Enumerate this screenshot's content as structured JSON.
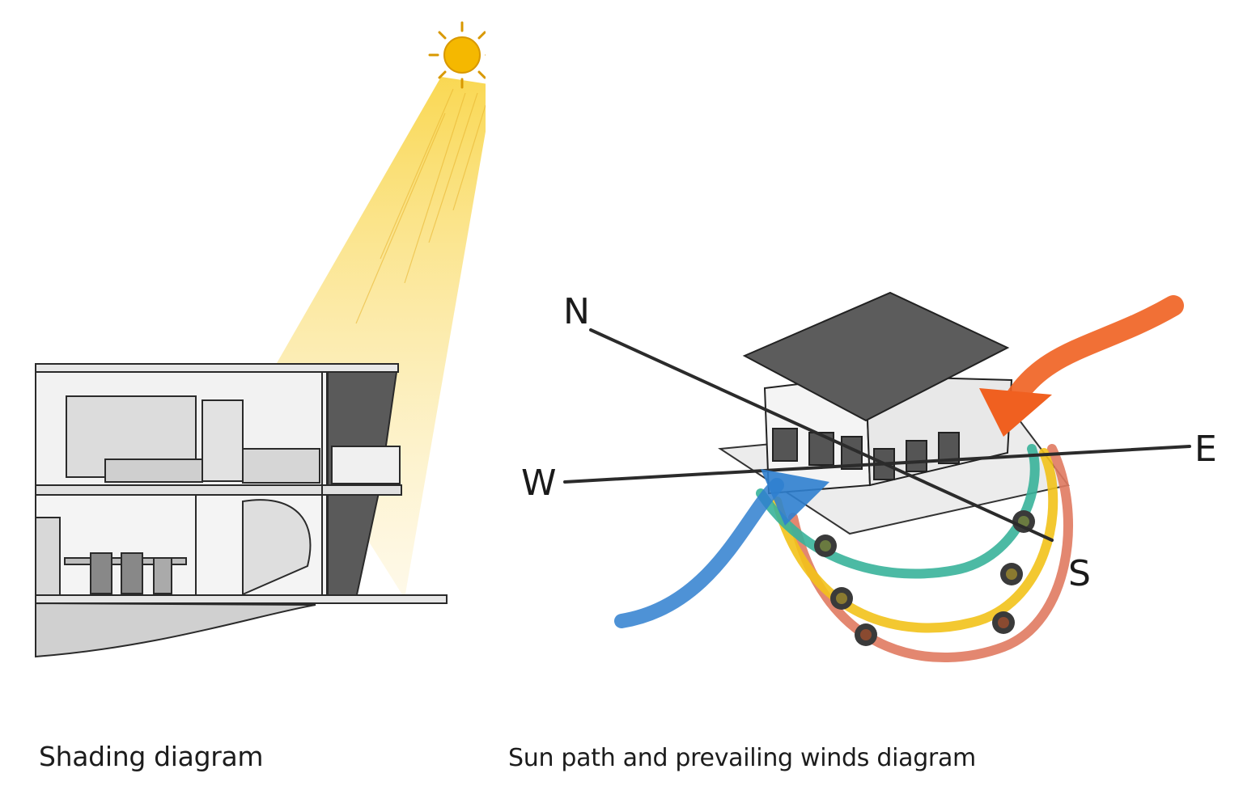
{
  "shading_diagram": {
    "caption": "Shading diagram",
    "icons": {
      "sun": "sun-icon"
    },
    "colors": {
      "sun": "#f5b800",
      "sun_ray": "#f7d35a",
      "line": "#2a2a2a",
      "wall_shadow": "#3a3a3a"
    }
  },
  "sunpath_diagram": {
    "caption": "Sun path and prevailing winds diagram",
    "compass": {
      "north": "N",
      "east": "E",
      "south": "S",
      "west": "W"
    },
    "icons": {
      "sun_marker": "sun-marker-icon",
      "wind_arrow": "wind-arrow-icon"
    },
    "colors": {
      "arc_green": "#39b39a",
      "arc_yellow": "#f2c21a",
      "arc_red": "#e07a60",
      "wind_blue": "#2f7fcf",
      "wind_orange": "#f06020",
      "roof": "#555555"
    }
  }
}
